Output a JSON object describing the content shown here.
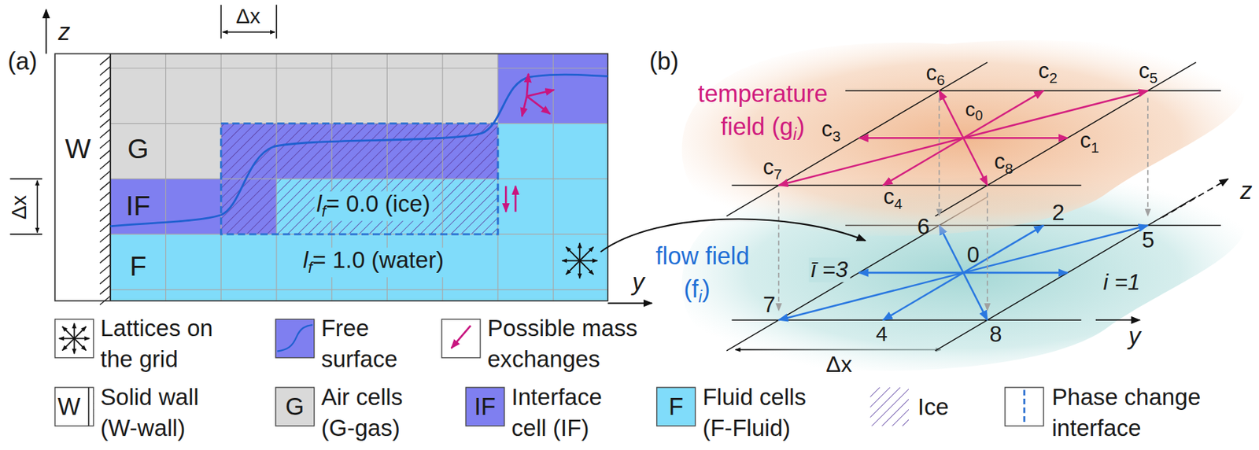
{
  "diagram": {
    "labels": [
      "(a)",
      "z",
      "Δx",
      "Δx",
      "W",
      "G",
      "IF",
      "F",
      "l",
      "f",
      "= 0.0 (ice)",
      "l",
      "f",
      "= 1.0 (water)",
      "y",
      "(b)",
      "temperature",
      "field (g",
      "i",
      ")",
      "c",
      "6",
      "c",
      "2",
      "c",
      "5",
      "c",
      "0",
      "c",
      "3",
      "c",
      "1",
      "c",
      "7",
      "c",
      "4",
      "c",
      "8",
      "z",
      "flow field",
      "(f",
      "i",
      ")",
      "6",
      "2",
      "5",
      "0",
      "ī =3",
      "i =1",
      "7",
      "4",
      "8",
      "y",
      "Δx",
      "W",
      "G",
      "IF",
      "F"
    ],
    "legend": [
      {
        "text": "Lattices on the grid"
      },
      {
        "text": "Free surface"
      },
      {
        "text": "Possible mass exchanges"
      },
      {
        "text": "Solid wall (W-wall)"
      },
      {
        "text": "Air cells (G-gas)",
        "color": "#d9d9d9"
      },
      {
        "text": "Interface cell (IF)",
        "color": "#7f7ff0"
      },
      {
        "text": "Fluid cells (F-Fluid)",
        "color": "#80dcfa"
      },
      {
        "text": "Ice"
      },
      {
        "text": "Phase change interface"
      }
    ]
  }
}
